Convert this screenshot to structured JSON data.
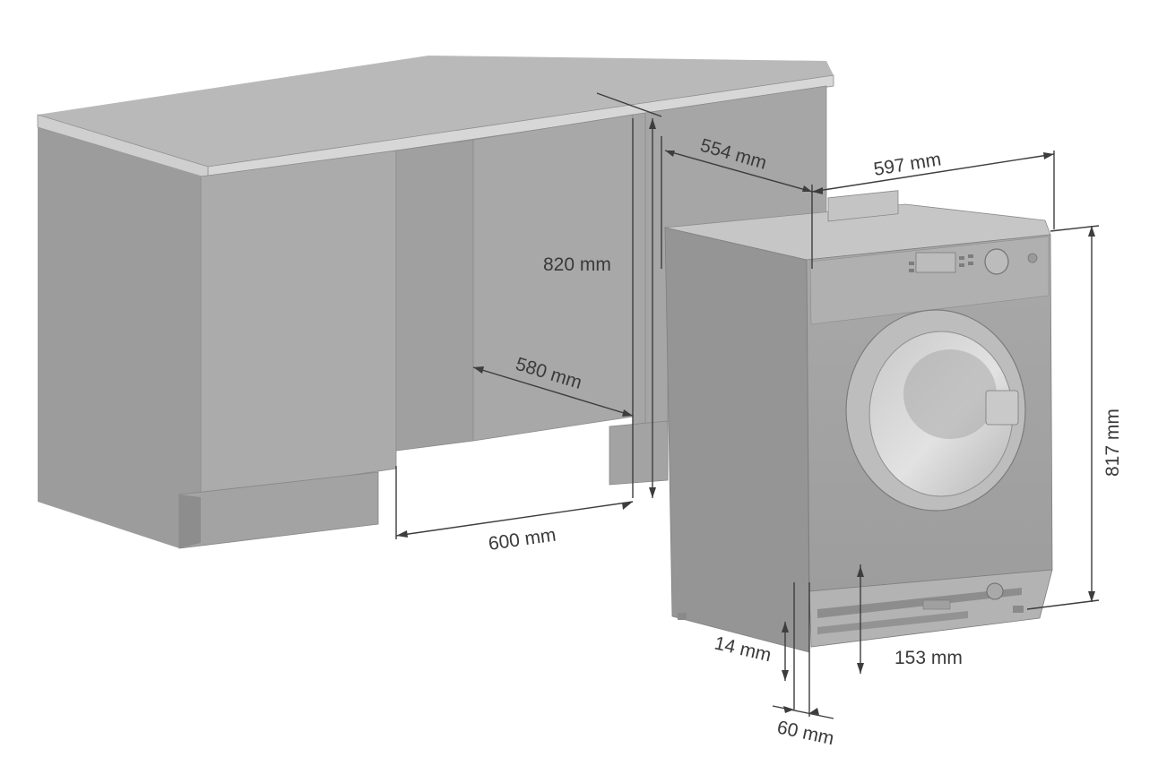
{
  "diagram": {
    "dimensions": {
      "recess_depth_top": "554 mm",
      "appliance_width": "597 mm",
      "recess_height": "820 mm",
      "recess_depth_floor": "580 mm",
      "recess_width": "600 mm",
      "appliance_height": "817 mm",
      "plinth_offset": "14 mm",
      "plinth_height": "153 mm",
      "plinth_depth": "60 mm"
    },
    "colors": {
      "cabinet_front": "#ababab",
      "cabinet_side": "#9c9c9c",
      "worktop_top": "#b9b9b9",
      "machine_front": "#a4a4a4",
      "machine_side": "#959595",
      "dimension_line": "#3d3d3d"
    }
  }
}
